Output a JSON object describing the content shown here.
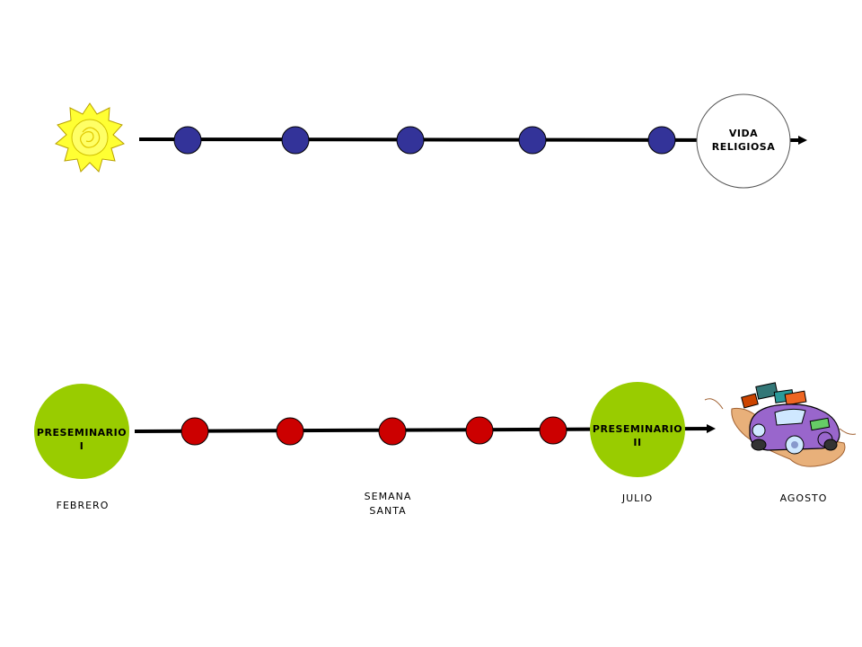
{
  "top_timeline": {
    "end_node": {
      "line1": "VIDA",
      "line2": "RELIGIOSA",
      "fill": "#ffffff"
    },
    "dot_color": "#333399",
    "dot_count": 5
  },
  "bottom_timeline": {
    "start_node": {
      "line1": "PRESEMINARIO",
      "line2": "I",
      "fill": "#99cc00"
    },
    "end_node": {
      "line1": "PRESEMINARIO",
      "line2": "II",
      "fill": "#99cc00"
    },
    "dot_color": "#cc0000",
    "dot_count": 5
  },
  "labels": {
    "febrero": "FEBRERO",
    "semana_santa": "SEMANA\nSANTA",
    "julio": "JULIO",
    "agosto": "AGOSTO"
  },
  "icons": {
    "sun": "sun-icon",
    "car": "car-with-luggage-icon"
  },
  "colors": {
    "sun_fill": "#ffff33",
    "sun_rays": "#ffee00",
    "car_body": "#9966cc"
  }
}
